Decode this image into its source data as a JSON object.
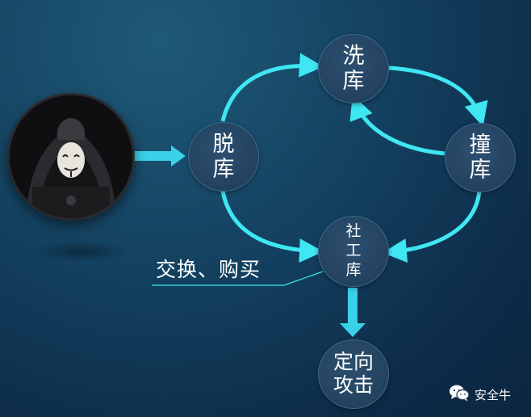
{
  "nodes": {
    "xi": [
      "洗",
      "库"
    ],
    "tuo": [
      "脱",
      "库"
    ],
    "zhuang": [
      "撞",
      "库"
    ],
    "she": [
      "社",
      "工",
      "库"
    ],
    "ding": [
      "定向",
      "攻击"
    ]
  },
  "annotation": "交换、购买",
  "watermark": "安全牛",
  "colors": {
    "arrow": "#3ee7f2",
    "node_fill": "#23425f",
    "node_border": "#3c6a8e",
    "text": "#ffffff"
  },
  "icons": {
    "hacker": "hooded-hacker-mask-icon",
    "watermark": "wechat-icon"
  }
}
